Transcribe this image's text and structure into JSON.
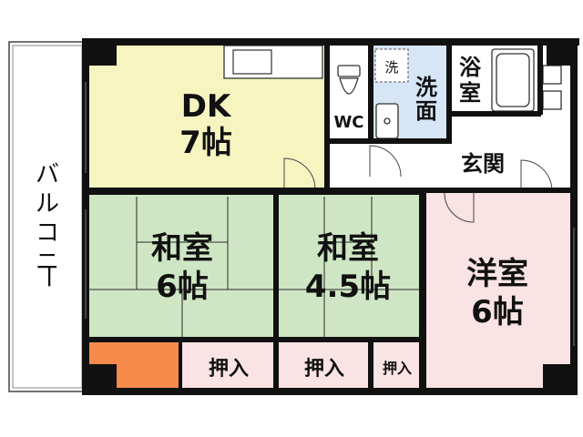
{
  "balcony": {
    "label_chars": [
      "バ",
      "ル",
      "コ",
      "ニ",
      "ー"
    ]
  },
  "rooms": {
    "dk": {
      "line1": "DK",
      "line2": "7帖"
    },
    "washitsu6": {
      "line1": "和室",
      "line2": "6帖"
    },
    "washitsu45": {
      "line1": "和室",
      "line2": "4.5帖"
    },
    "youshitsu": {
      "line1": "洋室",
      "line2": "6帖"
    },
    "wc": {
      "label": "WC"
    },
    "senmen": {
      "line1": "洗",
      "line2": "面"
    },
    "yokushitsu": {
      "line1": "浴",
      "line2": "室"
    },
    "genkan": {
      "label": "玄関"
    },
    "washer": {
      "label": "洗"
    }
  },
  "closets": [
    {
      "label": "押入"
    },
    {
      "label": "押入"
    },
    {
      "label": "押入"
    }
  ],
  "colors": {
    "dk": "#f6f5c0",
    "washitsu": "#cfe6c4",
    "youshitsu": "#fae3e4",
    "senmen": "#d6e6f7",
    "closet": "#fae3e4",
    "storage": "#f68a4b",
    "wall": "#111111"
  }
}
